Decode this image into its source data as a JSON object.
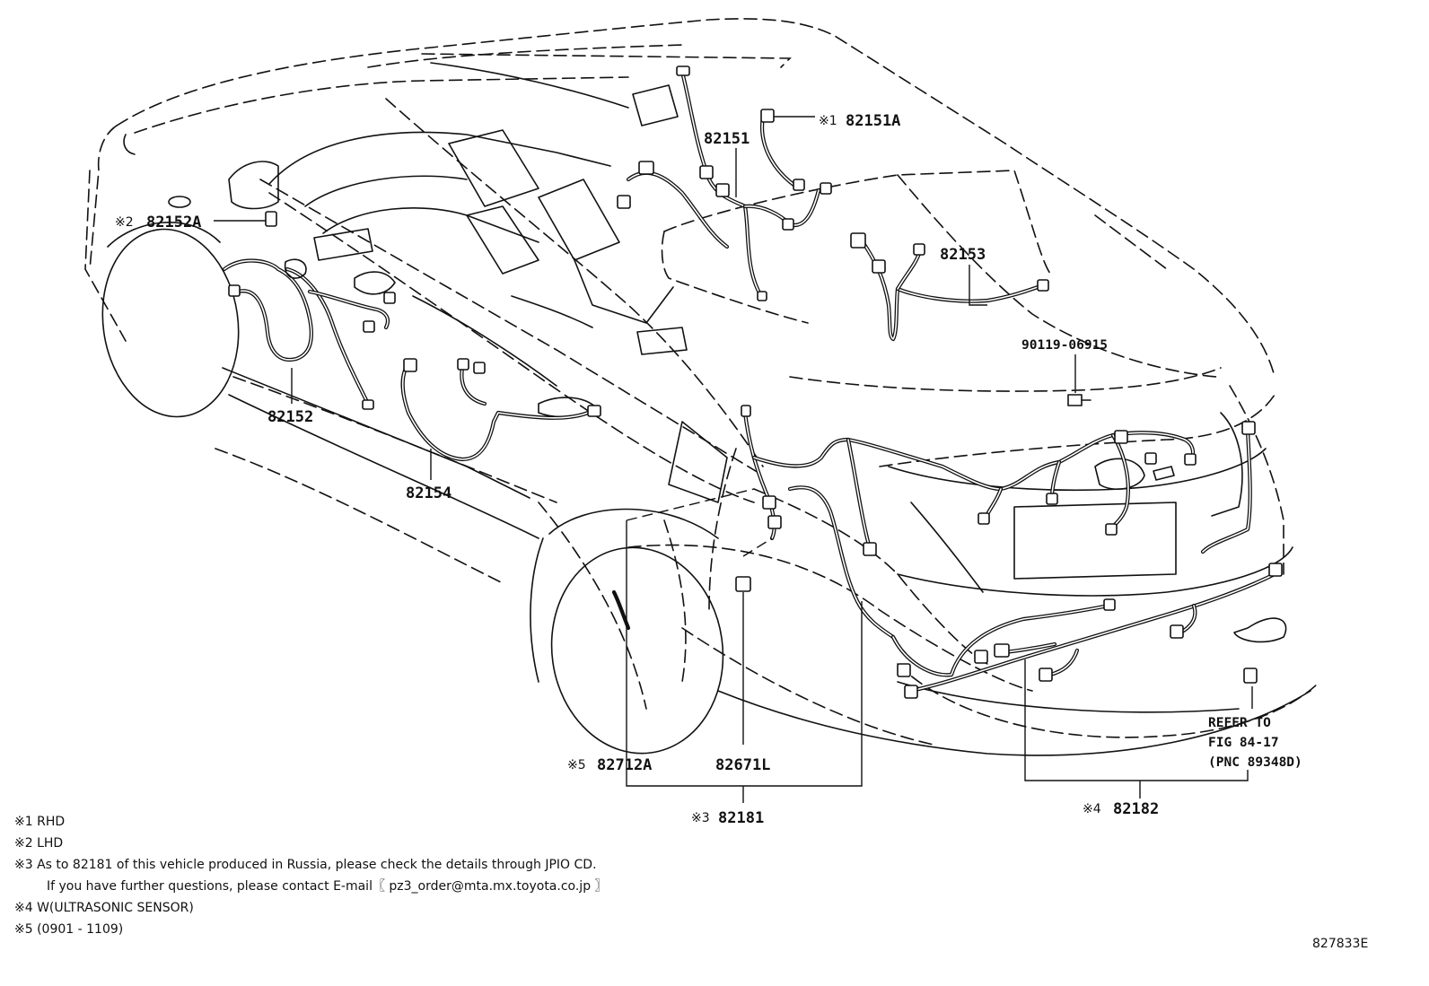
{
  "callouts": {
    "p82151A": {
      "mark": "※1",
      "number": "82151A"
    },
    "p82151": {
      "number": "82151"
    },
    "p82152A": {
      "mark": "※2",
      "number": "82152A"
    },
    "p82153": {
      "number": "82153"
    },
    "p82152": {
      "number": "82152"
    },
    "p82154": {
      "number": "82154"
    },
    "p90119": {
      "number": "90119-06915"
    },
    "p82712A": {
      "mark": "※5",
      "number": "82712A"
    },
    "p82671L": {
      "number": "82671L"
    },
    "p82181": {
      "mark": "※3",
      "number": "82181"
    },
    "p82182": {
      "mark": "※4",
      "number": "82182"
    }
  },
  "refer": {
    "line1": "REFER TO",
    "line2": "FIG 84-17",
    "line3": "(PNC 89348D)"
  },
  "notes": [
    "※1 RHD",
    "※2 LHD",
    "※3 As to 82181 of this vehicle produced in Russia, please check the details through JPIO CD.",
    "If you have further questions, please contact E-mail〖 pz3_order@mta.mx.toyota.co.jp 〗",
    "※4 W(ULTRASONIC SENSOR)",
    "※5 (0901 - 1109)"
  ],
  "figure_id": "827833E"
}
